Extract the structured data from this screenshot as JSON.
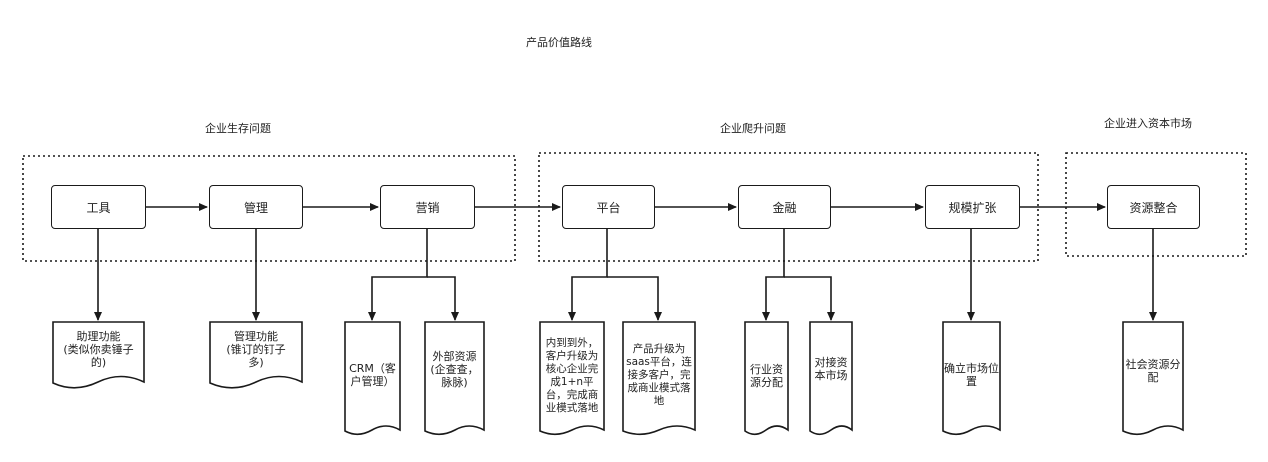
{
  "title": "产品价值路线",
  "groups": [
    {
      "label": "企业生存问题"
    },
    {
      "label": "企业爬升问题"
    },
    {
      "label": "企业进入资本市场"
    }
  ],
  "nodes": [
    {
      "label": "工具"
    },
    {
      "label": "管理"
    },
    {
      "label": "营销"
    },
    {
      "label": "平台"
    },
    {
      "label": "金融"
    },
    {
      "label": "规模扩张"
    },
    {
      "label": "资源整合"
    }
  ],
  "documents": [
    {
      "lines": [
        "助理功能",
        "(类似你卖锤子",
        "的)"
      ]
    },
    {
      "lines": [
        "管理功能",
        "(锥订的钉子",
        "多)"
      ]
    },
    {
      "lines": [
        "CRM（客",
        "户管理）"
      ]
    },
    {
      "lines": [
        "外部资源",
        "(企查查，",
        "脉脉)"
      ]
    },
    {
      "lines": [
        "内到到外，",
        "客户升级为",
        "核心企业完",
        "成1+n平",
        "台，完成商",
        "业模式落地"
      ]
    },
    {
      "lines": [
        "产品升级为",
        "saas平台，连",
        "接多客户，完",
        "成商业模式落",
        "地"
      ]
    },
    {
      "lines": [
        "行业资",
        "源分配"
      ]
    },
    {
      "lines": [
        "对接资",
        "本市场"
      ]
    },
    {
      "lines": [
        "确立市场位",
        "置"
      ]
    },
    {
      "lines": [
        "社会资源分",
        "配"
      ]
    }
  ]
}
